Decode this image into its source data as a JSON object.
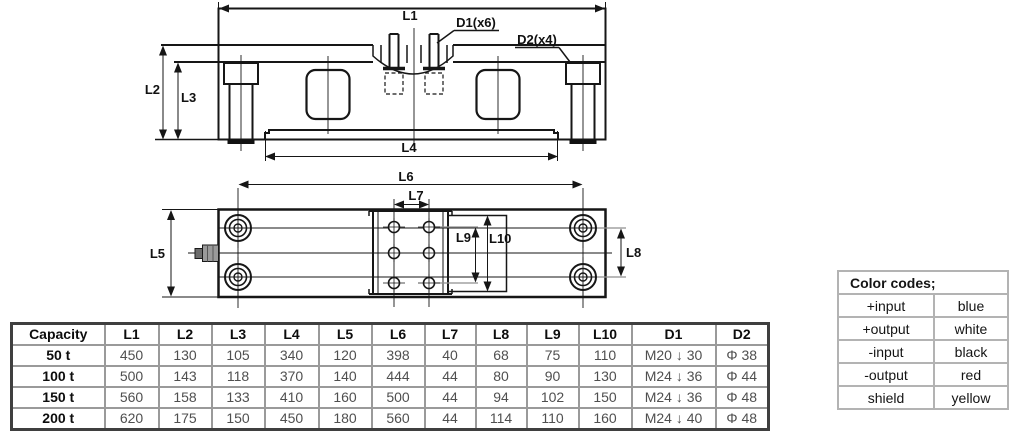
{
  "side_view": {
    "labels": {
      "L1": "L1",
      "L2": "L2",
      "L3": "L3",
      "L4": "L4",
      "D1": "D1(x6)",
      "D2": "D2(x4)"
    }
  },
  "top_view": {
    "labels": {
      "L5": "L5",
      "L6": "L6",
      "L7": "L7",
      "L8": "L8",
      "L9": "L9",
      "L10": "L10"
    }
  },
  "dim_table": {
    "headers": [
      "Capacity",
      "L1",
      "L2",
      "L3",
      "L4",
      "L5",
      "L6",
      "L7",
      "L8",
      "L9",
      "L10",
      "D1",
      "D2"
    ],
    "rows": [
      [
        "50 t",
        "450",
        "130",
        "105",
        "340",
        "120",
        "398",
        "40",
        "68",
        "75",
        "110",
        "M20 ↓ 30",
        "Φ 38"
      ],
      [
        "100 t",
        "500",
        "143",
        "118",
        "370",
        "140",
        "444",
        "44",
        "80",
        "90",
        "130",
        "M24 ↓ 36",
        "Φ 44"
      ],
      [
        "150 t",
        "560",
        "158",
        "133",
        "410",
        "160",
        "500",
        "44",
        "94",
        "102",
        "150",
        "M24 ↓ 36",
        "Φ 48"
      ],
      [
        "200 t",
        "620",
        "175",
        "150",
        "450",
        "180",
        "560",
        "44",
        "114",
        "110",
        "160",
        "M24 ↓ 40",
        "Φ 48"
      ]
    ]
  },
  "color_table": {
    "title": "Color codes;",
    "rows": [
      {
        "signal": "+input",
        "color": "blue"
      },
      {
        "signal": "+output",
        "color": "white"
      },
      {
        "signal": "-input",
        "color": "black"
      },
      {
        "signal": "-output",
        "color": "red"
      },
      {
        "signal": "shield",
        "color": "yellow"
      }
    ]
  },
  "palette": {
    "line": "#161616",
    "table_grid": "#9a9a9a",
    "table_border": "#3f3f3f",
    "connector_gray": "#9a9a9a"
  }
}
